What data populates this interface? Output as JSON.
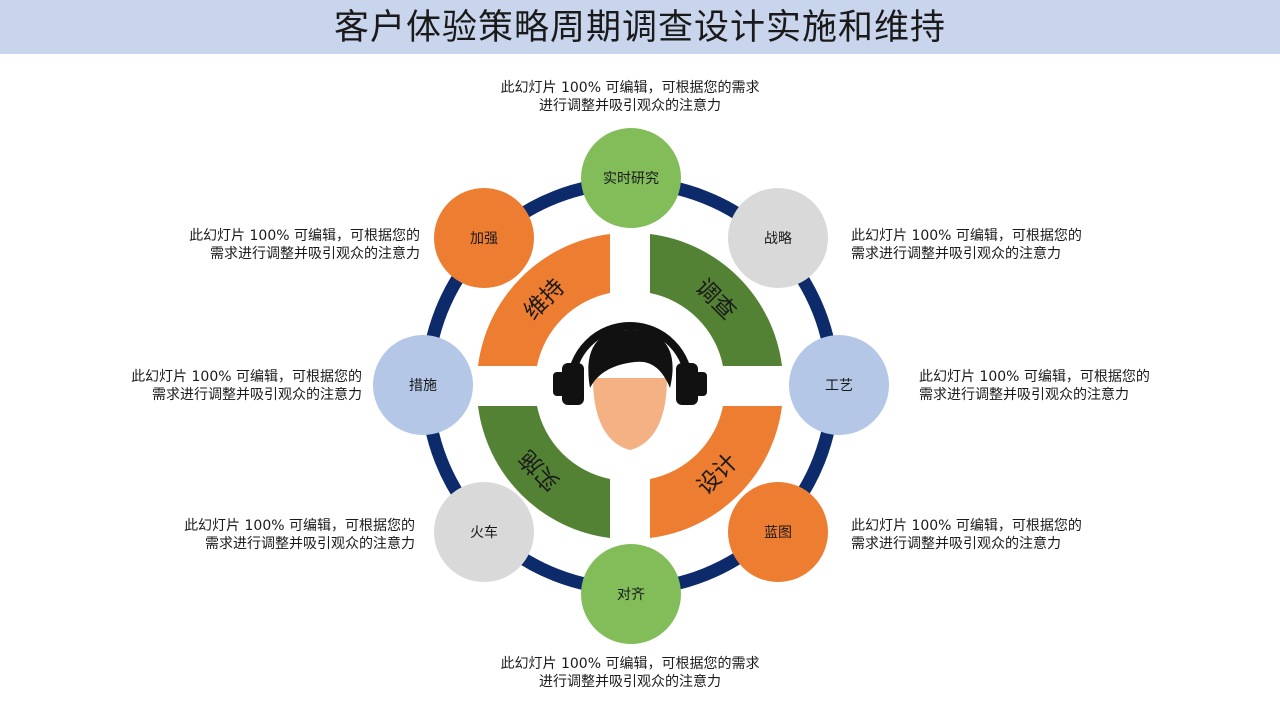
{
  "title": "客户体验策略周期调查设计实施和维持",
  "quadrants": {
    "top_left": "维持",
    "top_right": "调查",
    "bottom_right": "设计",
    "bottom_left": "实施"
  },
  "nodes": {
    "top": "实时研究",
    "top_right": "战略",
    "right": "工艺",
    "bottom_right": "蓝图",
    "bottom": "对齐",
    "bottom_left": "火车",
    "left": "措施",
    "top_left": "加强"
  },
  "descriptions": {
    "top": [
      "此幻灯片 100% 可编辑，可根据您的需求",
      "进行调整并吸引观众的注意力"
    ],
    "top_right": [
      "此幻灯片 100% 可编辑，可根据您的",
      "需求进行调整并吸引观众的注意力"
    ],
    "right": [
      "此幻灯片 100% 可编辑，可根据您的",
      "需求进行调整并吸引观众的注意力"
    ],
    "bottom_right": [
      "此幻灯片 100% 可编辑，可根据您的",
      "需求进行调整并吸引观众的注意力"
    ],
    "bottom": [
      "此幻灯片 100% 可编辑，可根据您的需求",
      "进行调整并吸引观众的注意力"
    ],
    "bottom_left": [
      "此幻灯片 100% 可编辑，可根据您的",
      "需求进行调整并吸引观众的注意力"
    ],
    "left": [
      "此幻灯片 100% 可编辑，可根据您的",
      "需求进行调整并吸引观众的注意力"
    ],
    "top_left": [
      "此幻灯片 100% 可编辑，可根据您的",
      "需求进行调整并吸引观众的注意力"
    ]
  },
  "colors": {
    "title_bar": "#c9d5ec",
    "ring": "#0d2a6b",
    "green": "#82bd5a",
    "dark_green": "#548235",
    "orange": "#ed7d31",
    "gray": "#d9d9d9",
    "light_blue": "#b4c7e7",
    "skin": "#f4b183",
    "black": "#111111"
  }
}
